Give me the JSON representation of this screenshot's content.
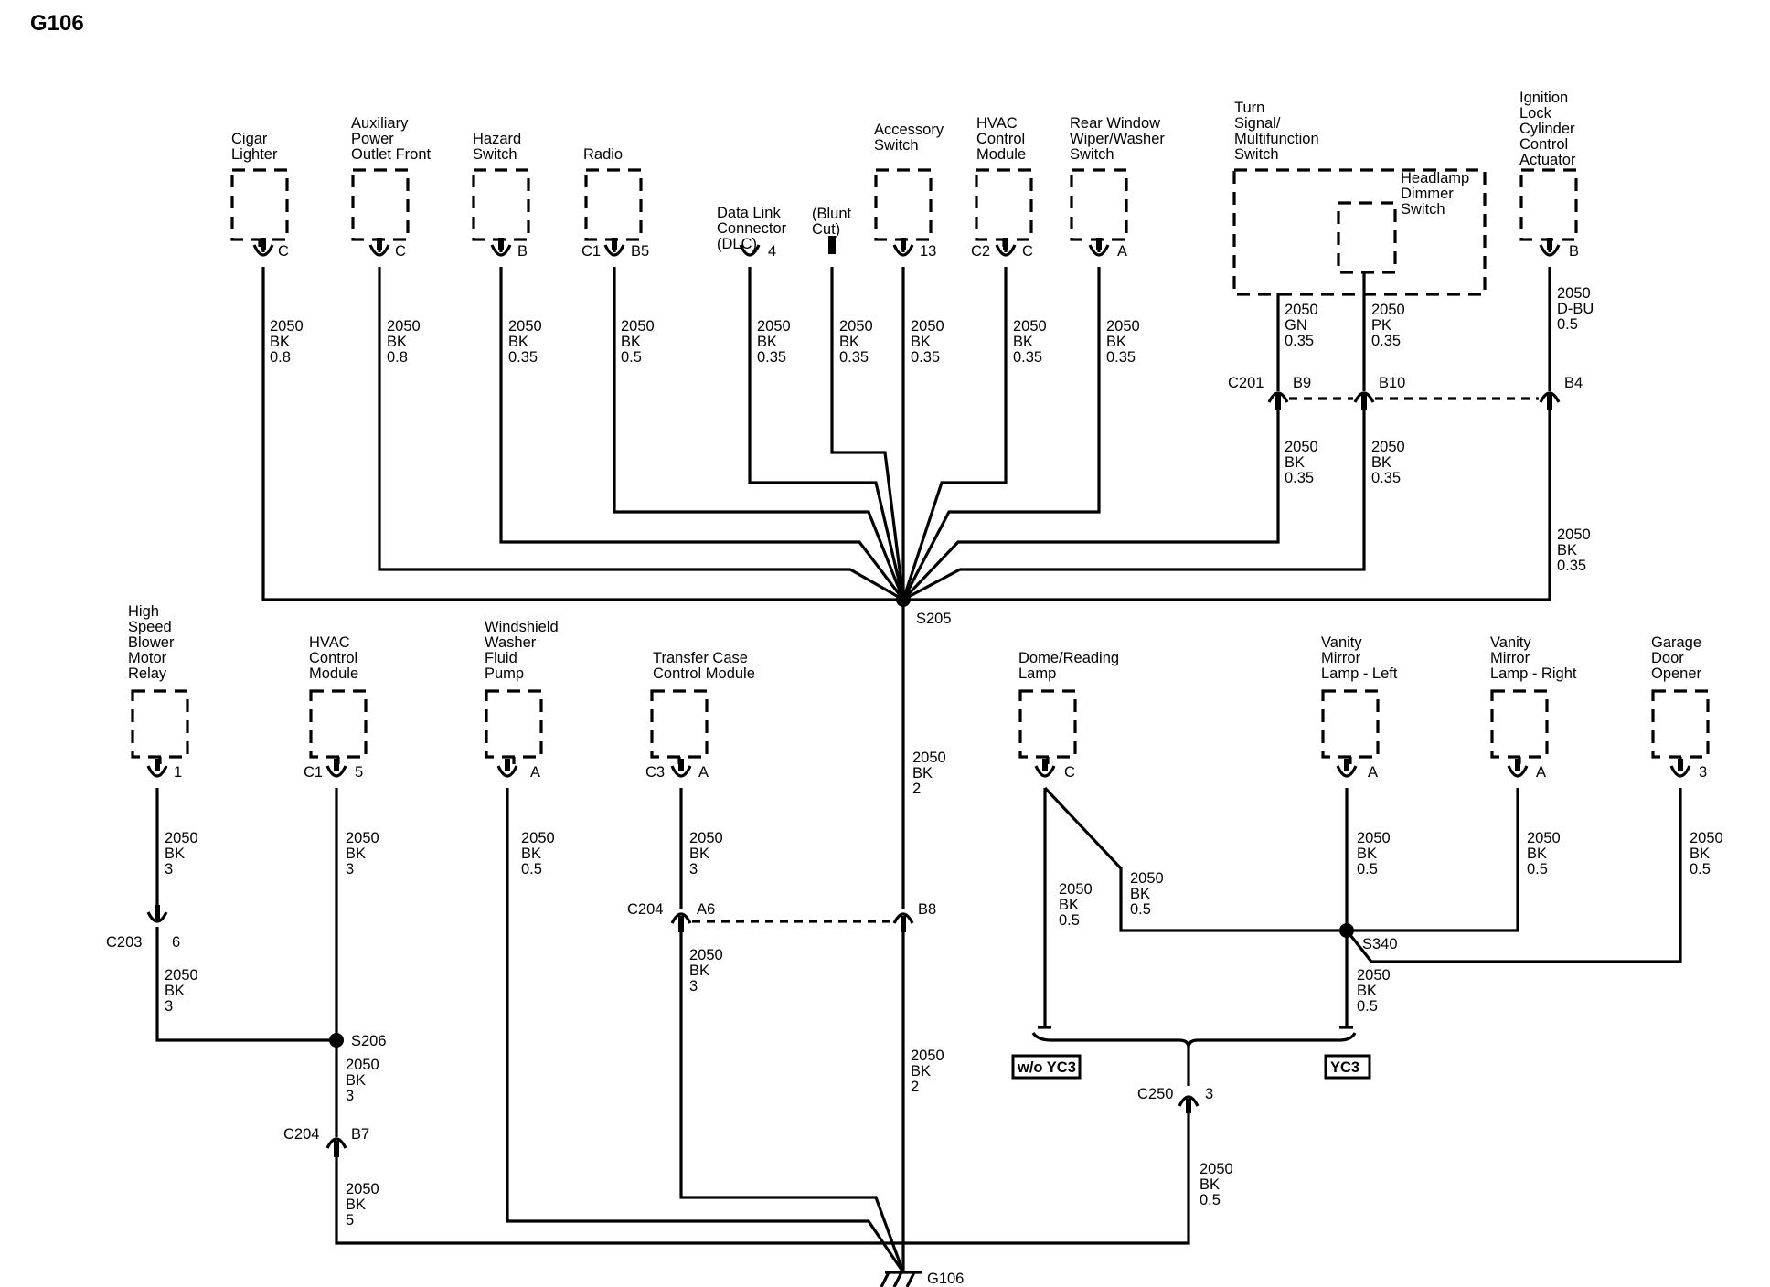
{
  "title": "G106",
  "components": [
    {
      "id": "cigar",
      "label": [
        "Cigar",
        "Lighter"
      ],
      "pins": [
        "C"
      ]
    },
    {
      "id": "aux",
      "label": [
        "Auxiliary",
        "Power",
        "Outlet Front"
      ],
      "pins": [
        "C"
      ]
    },
    {
      "id": "hazard",
      "label": [
        "Hazard",
        "Switch"
      ],
      "pins": [
        "B"
      ]
    },
    {
      "id": "radio",
      "label": [
        "Radio"
      ],
      "connector": "C1",
      "pins": [
        "B5"
      ]
    },
    {
      "id": "dlc",
      "label": [
        "Data Link",
        "Connector",
        "(DLC)"
      ],
      "pins": [
        "4"
      ]
    },
    {
      "id": "blunt",
      "label": [
        "(Blunt",
        "Cut)"
      ]
    },
    {
      "id": "acc",
      "label": [
        "Accessory",
        "Switch"
      ],
      "pins": [
        "13"
      ]
    },
    {
      "id": "hvac1",
      "label": [
        "HVAC",
        "Control",
        "Module"
      ],
      "connector": "C2",
      "pins": [
        "C"
      ]
    },
    {
      "id": "rear",
      "label": [
        "Rear Window",
        "Wiper/Washer",
        "Switch"
      ],
      "pins": [
        "A"
      ]
    },
    {
      "id": "turn",
      "label": [
        "Turn",
        "Signal/",
        "Multifunction",
        "Switch"
      ]
    },
    {
      "id": "dimmer",
      "label": [
        "Headlamp",
        "Dimmer",
        "Switch"
      ]
    },
    {
      "id": "ign",
      "label": [
        "Ignition",
        "Lock",
        "Cylinder",
        "Control",
        "Actuator"
      ],
      "pins": [
        "B"
      ]
    },
    {
      "id": "blower",
      "label": [
        "High",
        "Speed",
        "Blower",
        "Motor",
        "Relay"
      ],
      "pins": [
        "1"
      ]
    },
    {
      "id": "hvac2",
      "label": [
        "HVAC",
        "Control",
        "Module"
      ],
      "connector": "C1",
      "pins": [
        "5"
      ]
    },
    {
      "id": "washer",
      "label": [
        "Windshield",
        "Washer",
        "Fluid",
        "Pump"
      ],
      "pins": [
        "A"
      ]
    },
    {
      "id": "tcase",
      "label": [
        "Transfer Case",
        "Control Module"
      ],
      "connector": "C3",
      "pins": [
        "A"
      ]
    },
    {
      "id": "dome",
      "label": [
        "Dome/Reading",
        "Lamp"
      ],
      "pins": [
        "C"
      ]
    },
    {
      "id": "vml",
      "label": [
        "Vanity",
        "Mirror",
        "Lamp - Left"
      ],
      "pins": [
        "A"
      ]
    },
    {
      "id": "vmr",
      "label": [
        "Vanity",
        "Mirror",
        "Lamp - Right"
      ],
      "pins": [
        "A"
      ]
    },
    {
      "id": "garage",
      "label": [
        "Garage",
        "Door",
        "Opener"
      ],
      "pins": [
        "3"
      ]
    }
  ],
  "wire_labels": [
    {
      "id": "w-cigar",
      "lines": [
        "2050",
        "BK",
        "0.8"
      ]
    },
    {
      "id": "w-aux",
      "lines": [
        "2050",
        "BK",
        "0.8"
      ]
    },
    {
      "id": "w-hazard",
      "lines": [
        "2050",
        "BK",
        "0.35"
      ]
    },
    {
      "id": "w-radio",
      "lines": [
        "2050",
        "BK",
        "0.5"
      ]
    },
    {
      "id": "w-dlc",
      "lines": [
        "2050",
        "BK",
        "0.35"
      ]
    },
    {
      "id": "w-blunt",
      "lines": [
        "2050",
        "BK",
        "0.35"
      ]
    },
    {
      "id": "w-acc",
      "lines": [
        "2050",
        "BK",
        "0.35"
      ]
    },
    {
      "id": "w-hvac1",
      "lines": [
        "2050",
        "BK",
        "0.35"
      ]
    },
    {
      "id": "w-rear",
      "lines": [
        "2050",
        "BK",
        "0.35"
      ]
    },
    {
      "id": "w-turn-top",
      "lines": [
        "2050",
        "GN",
        "0.35"
      ]
    },
    {
      "id": "w-dim-top",
      "lines": [
        "2050",
        "PK",
        "0.35"
      ]
    },
    {
      "id": "w-ign-top",
      "lines": [
        "2050",
        "D-BU",
        "0.5"
      ]
    },
    {
      "id": "w-b9",
      "lines": [
        "2050",
        "BK",
        "0.35"
      ]
    },
    {
      "id": "w-b10",
      "lines": [
        "2050",
        "BK",
        "0.35"
      ]
    },
    {
      "id": "w-b4",
      "lines": [
        "2050",
        "BK",
        "0.35"
      ]
    },
    {
      "id": "w-trunk-top",
      "lines": [
        "2050",
        "BK",
        "2"
      ]
    },
    {
      "id": "w-trunk-bot",
      "lines": [
        "2050",
        "BK",
        "2"
      ]
    },
    {
      "id": "w-blower-top",
      "lines": [
        "2050",
        "BK",
        "3"
      ]
    },
    {
      "id": "w-blower-bot",
      "lines": [
        "2050",
        "BK",
        "3"
      ]
    },
    {
      "id": "w-hvac2",
      "lines": [
        "2050",
        "BK",
        "3"
      ]
    },
    {
      "id": "w-s206",
      "lines": [
        "2050",
        "BK",
        "3"
      ]
    },
    {
      "id": "w-b7",
      "lines": [
        "2050",
        "BK",
        "5"
      ]
    },
    {
      "id": "w-washer",
      "lines": [
        "2050",
        "BK",
        "0.5"
      ]
    },
    {
      "id": "w-tcase-top",
      "lines": [
        "2050",
        "BK",
        "3"
      ]
    },
    {
      "id": "w-tcase-bot",
      "lines": [
        "2050",
        "BK",
        "3"
      ]
    },
    {
      "id": "w-dome-straight",
      "lines": [
        "2050",
        "BK",
        "0.5"
      ]
    },
    {
      "id": "w-dome-diag",
      "lines": [
        "2050",
        "BK",
        "0.5"
      ]
    },
    {
      "id": "w-vml",
      "lines": [
        "2050",
        "BK",
        "0.5"
      ]
    },
    {
      "id": "w-vmr",
      "lines": [
        "2050",
        "BK",
        "0.5"
      ]
    },
    {
      "id": "w-garage",
      "lines": [
        "2050",
        "BK",
        "0.5"
      ]
    },
    {
      "id": "w-s340",
      "lines": [
        "2050",
        "BK",
        "0.5"
      ]
    },
    {
      "id": "w-c250",
      "lines": [
        "2050",
        "BK",
        "0.5"
      ]
    }
  ],
  "connectors": {
    "c201": "C201",
    "c201_b9": "B9",
    "c201_b10": "B10",
    "c201_b4": "B4",
    "c203": "C203",
    "c203_pin": "6",
    "c204a": "C204",
    "c204a_pin": "A6",
    "c204_b8": "B8",
    "c204b": "C204",
    "c204b_pin": "B7",
    "c250": "C250",
    "c250_pin": "3"
  },
  "splices": {
    "s205": "S205",
    "s206": "S206",
    "s340": "S340"
  },
  "ground": "G106",
  "options": {
    "without": "w/o YC3",
    "with": "YC3"
  }
}
